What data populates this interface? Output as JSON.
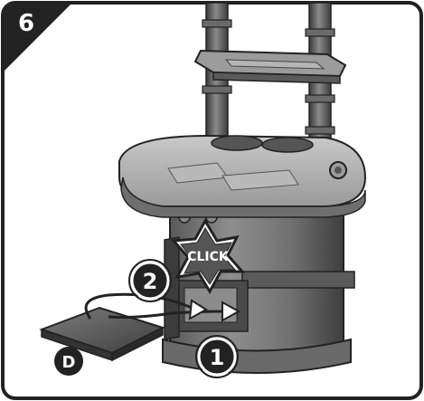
{
  "step": {
    "number": "6",
    "callouts": {
      "click": "CLICK",
      "two": "2",
      "one": "1",
      "part": "D"
    }
  }
}
